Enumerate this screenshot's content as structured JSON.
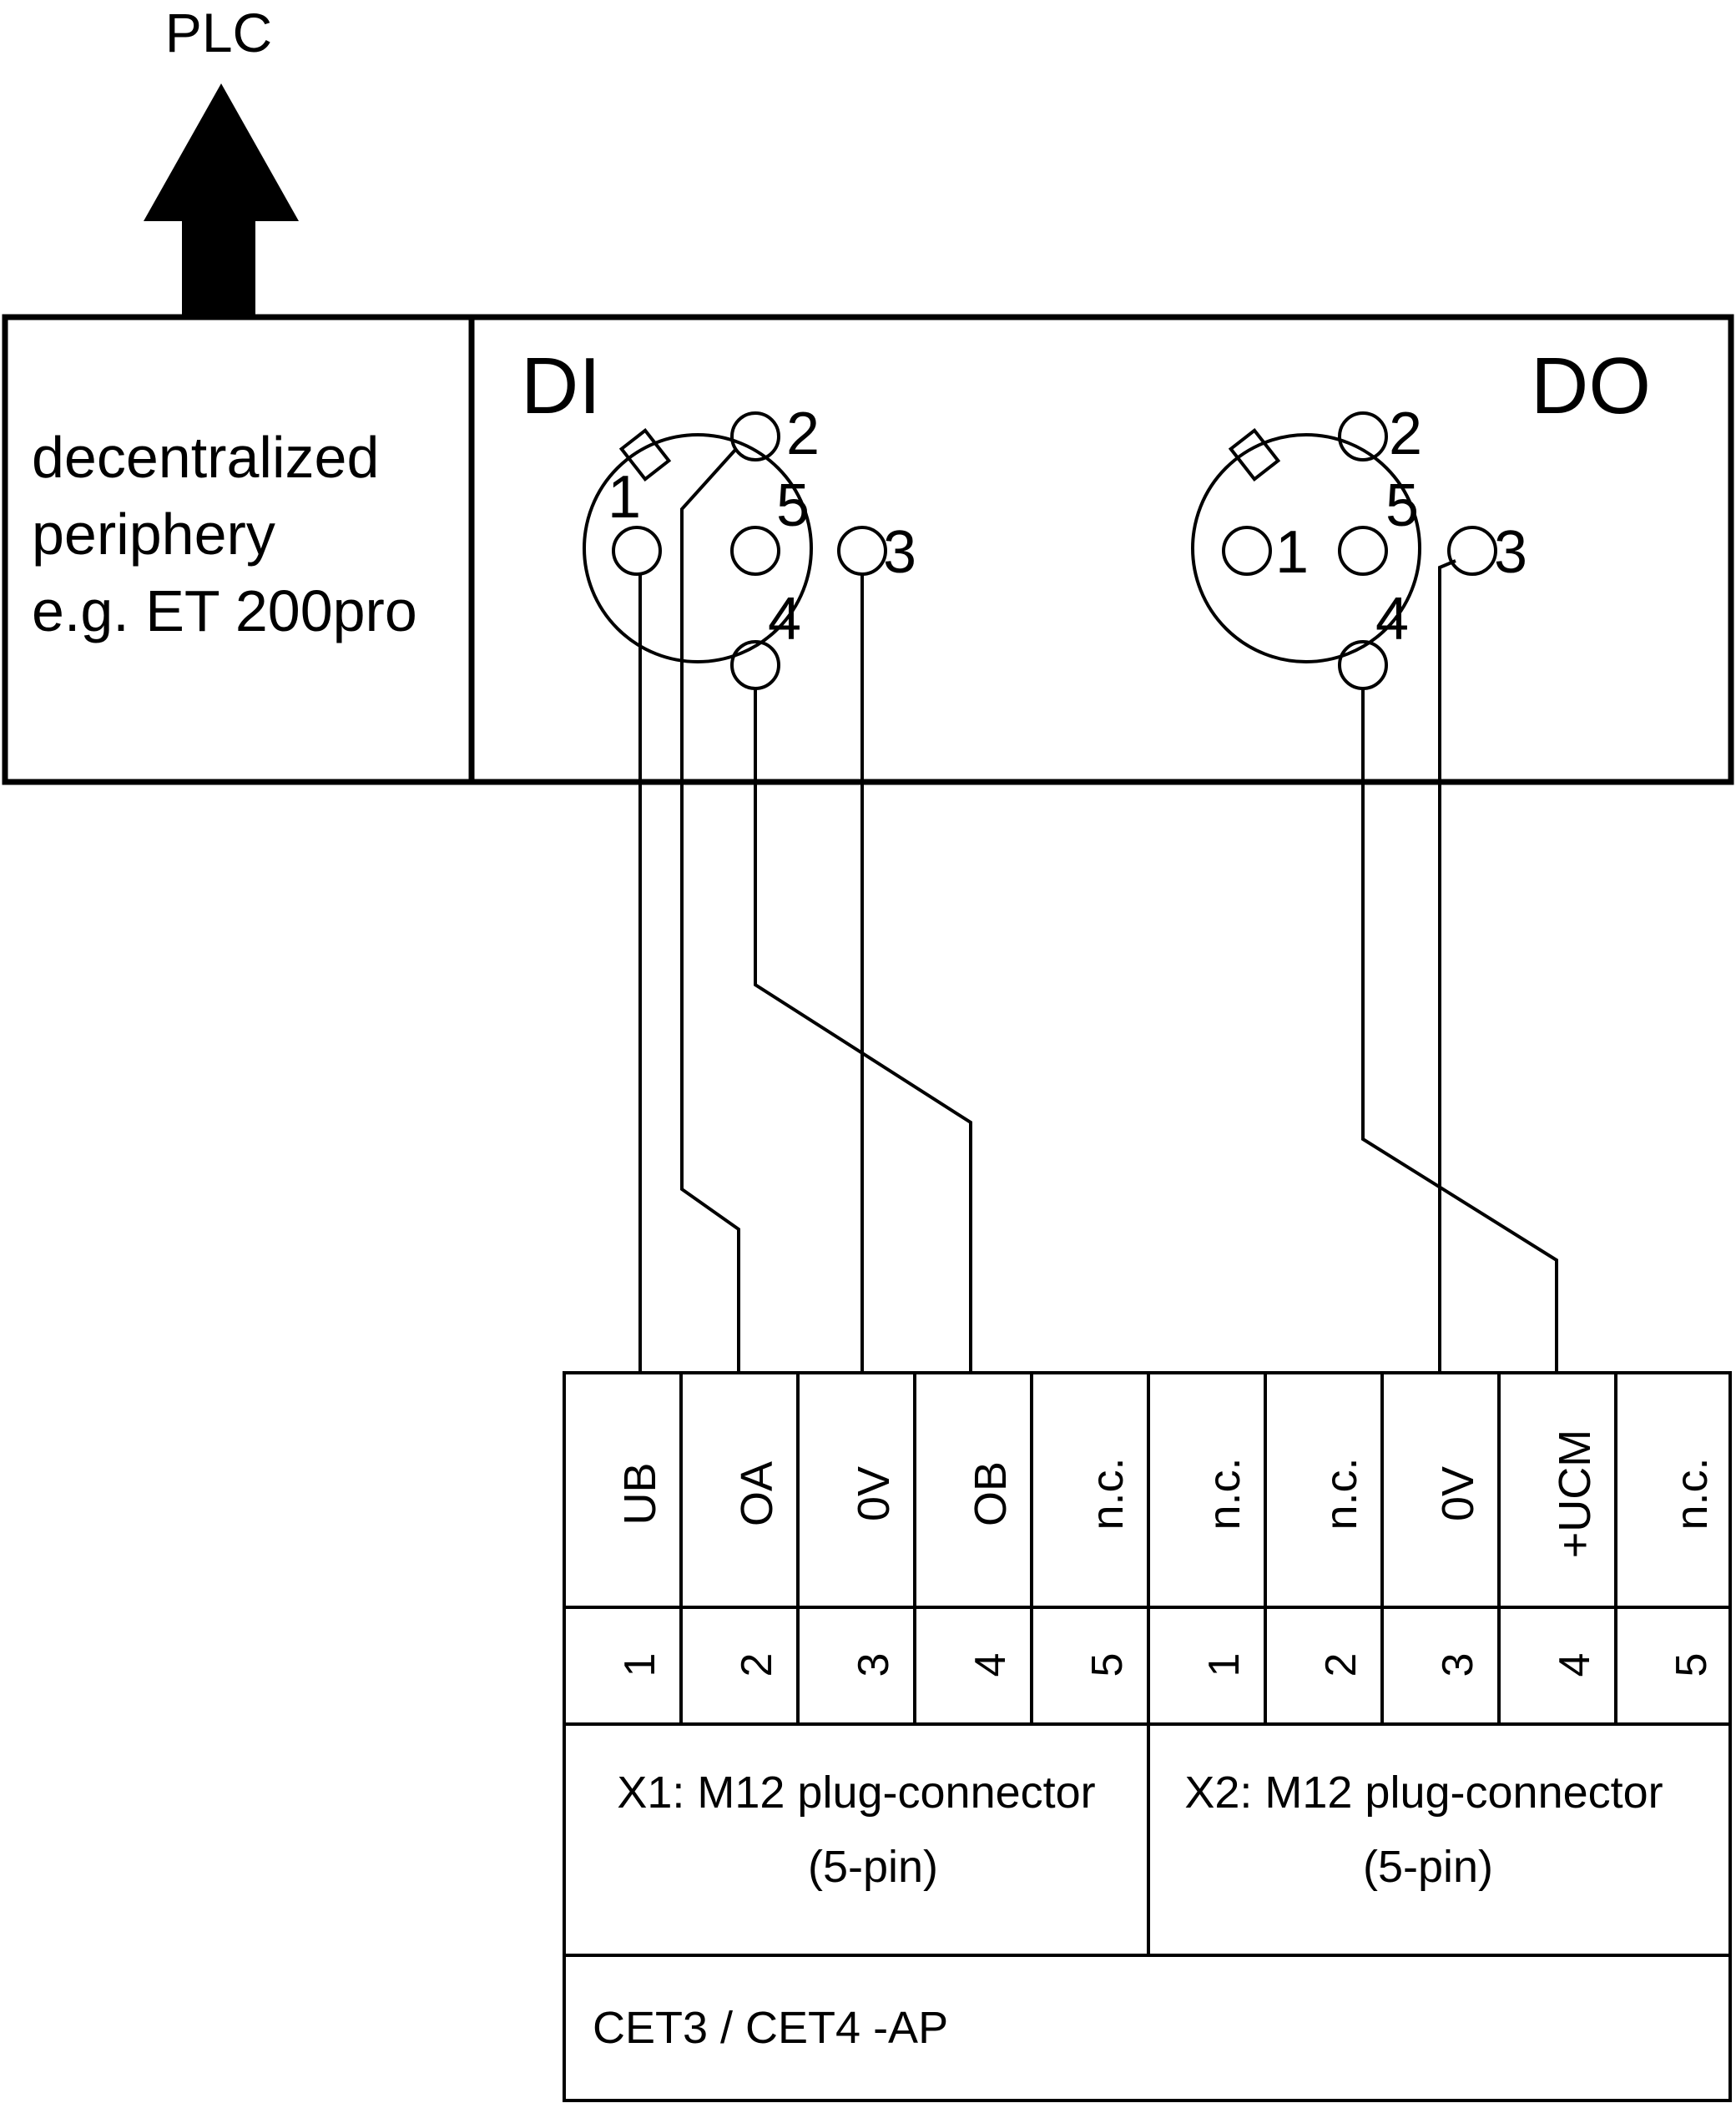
{
  "plc_label": "PLC",
  "periphery": {
    "lines": [
      "decentralized",
      "periphery",
      "e.g. ET 200pro"
    ]
  },
  "connectors": {
    "di": {
      "label": "DI",
      "pins": [
        "1",
        "2",
        "3",
        "4",
        "5"
      ]
    },
    "do": {
      "label": "DO",
      "pins": [
        "1",
        "2",
        "3",
        "4",
        "5"
      ]
    }
  },
  "terminal": {
    "signals": [
      "UB",
      "OA",
      "0V",
      "OB",
      "n.c.",
      "n.c.",
      "n.c.",
      "0V",
      "+UCM",
      "n.c."
    ],
    "numbers": [
      "1",
      "2",
      "3",
      "4",
      "5",
      "1",
      "2",
      "3",
      "4",
      "5"
    ],
    "x1": {
      "line1": "X1: M12 plug-connector",
      "line2": "(5-pin)"
    },
    "x2": {
      "line1": "X2: M12 plug-connector",
      "line2": "(5-pin)"
    },
    "device": "CET3 / CET4 -AP"
  },
  "colors": {
    "stroke": "#000000",
    "background": "#ffffff"
  }
}
